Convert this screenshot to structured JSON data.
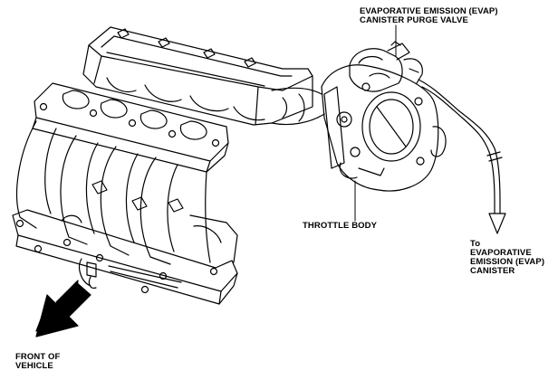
{
  "labels": {
    "evap_valve": {
      "line1": "EVAPORATIVE EMISSION (EVAP)",
      "line2": "CANISTER PURGE VALVE"
    },
    "throttle_body": {
      "line1": "THROTTLE BODY"
    },
    "to_canister": {
      "line1": "To",
      "line2": "EVAPORATIVE",
      "line3": "EMISSION (EVAP)",
      "line4": "CANISTER"
    },
    "front_of_vehicle": {
      "line1": "FRONT OF",
      "line2": "VEHICLE"
    }
  },
  "colors": {
    "ink": "#000000",
    "paper": "#ffffff"
  }
}
